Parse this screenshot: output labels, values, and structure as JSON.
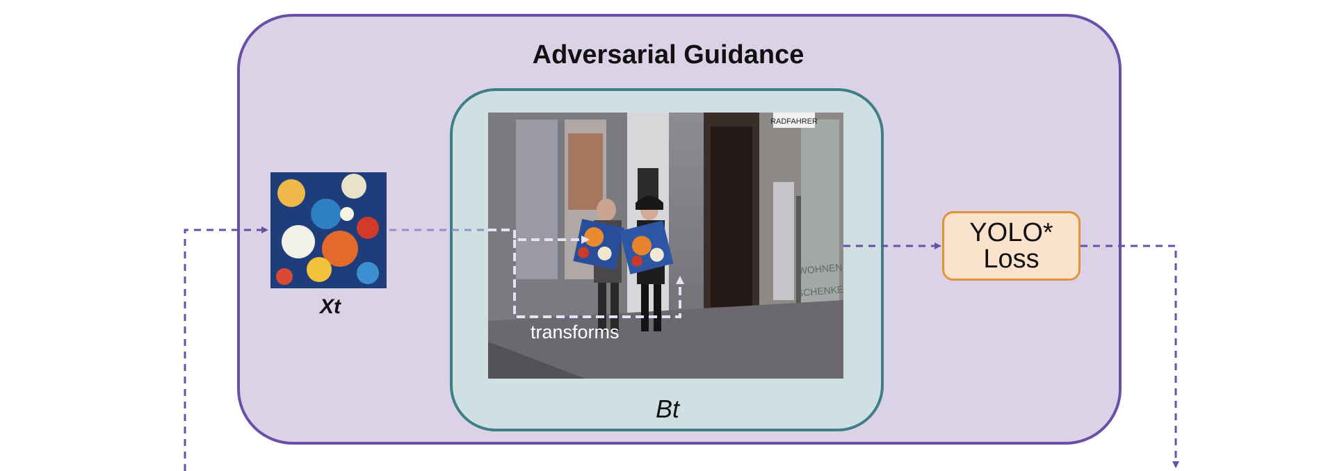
{
  "title": "Adversarial Guidance",
  "patch_label": "Xt",
  "scene_label": "Bt",
  "transforms_label": "transforms",
  "yolo": {
    "line1": "YOLO*",
    "line2": "Loss"
  },
  "scene_signs": {
    "top_sign": "RADFAHRER",
    "window_text_1": "WOHNEN",
    "window_text_2": "SCHENKE"
  },
  "colors": {
    "outer_fill": "#dcd2e8",
    "outer_stroke": "#6a4fa8",
    "inner_fill": "#cfe0e3",
    "inner_stroke": "#3e7f86",
    "yolo_fill": "#fbe2cc",
    "yolo_stroke": "#e19437",
    "arrow": "#6a4fa8",
    "transform_arrow": "#e8e0f5"
  }
}
